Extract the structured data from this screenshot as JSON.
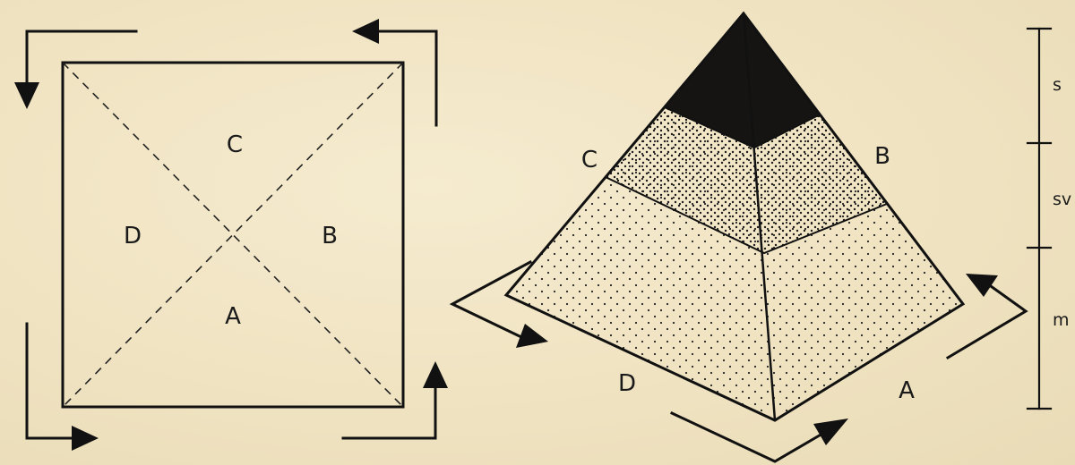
{
  "square": {
    "labels": {
      "a": "A",
      "b": "B",
      "c": "C",
      "d": "D"
    }
  },
  "pyramid": {
    "labels": {
      "a": "A",
      "b": "B",
      "c": "C",
      "d": "D"
    }
  },
  "scale": {
    "labels": {
      "s": "s",
      "sv": "sv",
      "m": "m"
    }
  }
}
